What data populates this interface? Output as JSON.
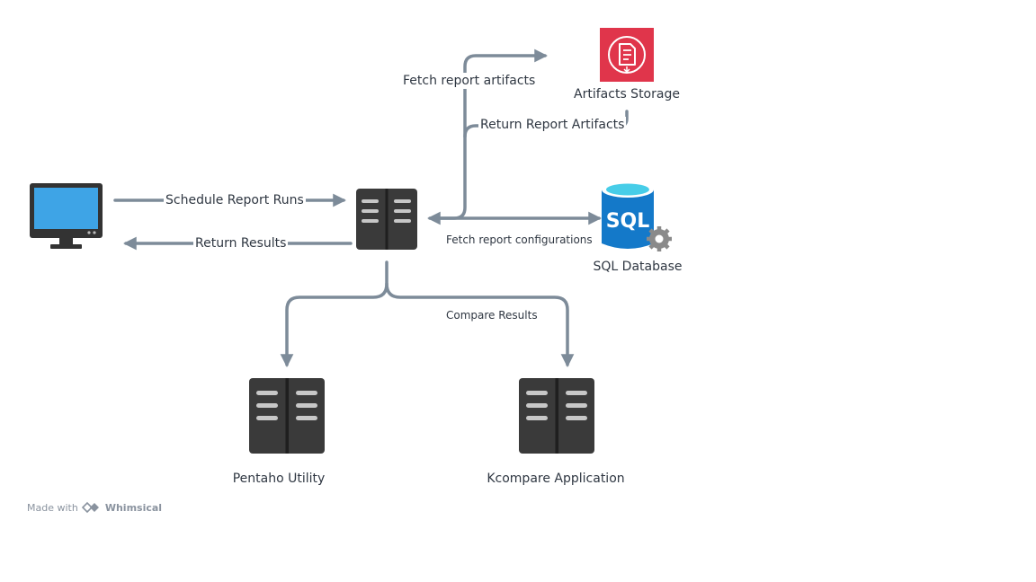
{
  "nodes": {
    "client": {
      "label": ""
    },
    "scheduler": {
      "label": ""
    },
    "artifacts": {
      "label": "Artifacts Storage"
    },
    "sql": {
      "label": "SQL Database",
      "badge": "SQL"
    },
    "pentaho": {
      "label": "Pentaho Utility"
    },
    "kcompare": {
      "label": "Kcompare Application"
    }
  },
  "edges": {
    "schedule": "Schedule Report Runs",
    "return_results": "Return Results",
    "fetch_artifacts": "Fetch report artifacts",
    "return_artifacts": "Return Report Artifacts",
    "fetch_configs": "Fetch report configurations",
    "compare": "Compare Results"
  },
  "watermark": {
    "prefix": "Made with",
    "brand": "Whimsical"
  },
  "colors": {
    "arrow": "#7d8b99",
    "server": "#3a3a3a",
    "server_slot": "#c7c7c7",
    "monitor_screen": "#3ea4e6",
    "artifacts_bg": "#e0354b",
    "sql_blue": "#1479c9",
    "sql_top": "#47cde8",
    "gear": "#8a8a8a"
  }
}
